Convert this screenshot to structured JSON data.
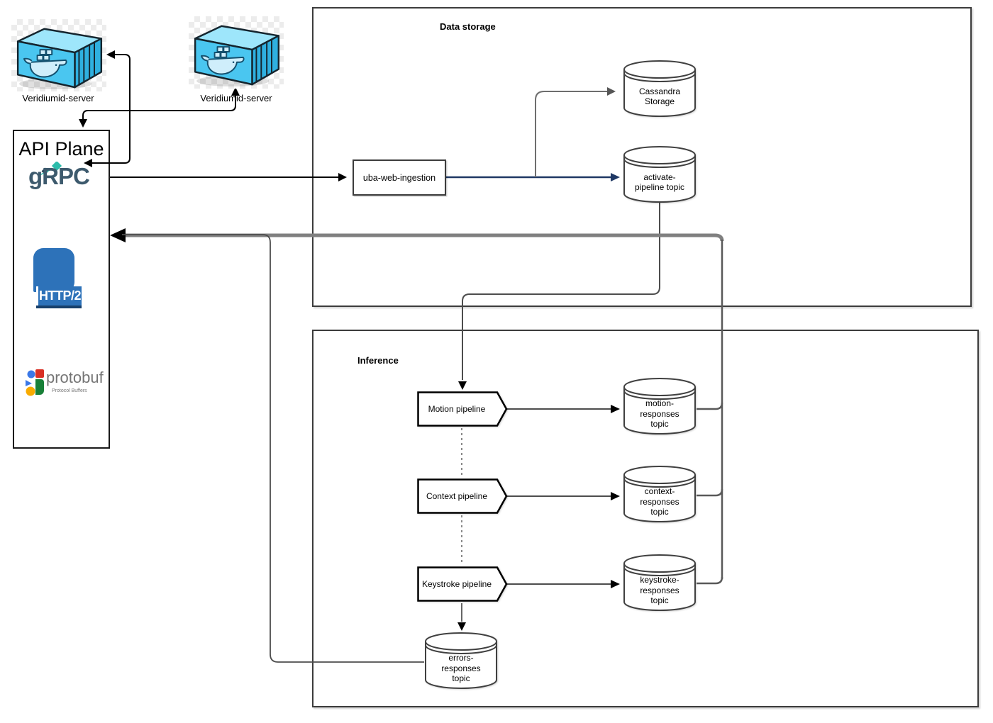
{
  "diagram": {
    "docker_nodes": [
      {
        "label": "Veridiumid-server"
      },
      {
        "label": "Veridiumid-server"
      }
    ],
    "api_plane": {
      "title": "API Plane",
      "grpc_label": "gRPC",
      "http2_label": "HTTP/2",
      "protobuf_label": "protobuf",
      "protobuf_sublabel": "Protocol Buffers"
    },
    "data_storage": {
      "title": "Data storage",
      "ingestion_label": "uba-web-ingestion",
      "cassandra_label": "Cassandra\nStorage",
      "activate_label": "activate-\npipeline topic"
    },
    "inference": {
      "title": "Inference",
      "pipelines": [
        {
          "label": "Motion pipeline"
        },
        {
          "label": "Context pipeline"
        },
        {
          "label": "Keystroke pipeline"
        }
      ],
      "topics": [
        {
          "label": "motion-\nresponses\ntopic"
        },
        {
          "label": "context-\nresponses\ntopic"
        },
        {
          "label": "keystroke-\nresponses\ntopic"
        }
      ]
    },
    "errors_topic_label": "errors-\nresponses\ntopic",
    "colors": {
      "navy_edge": "#1f3864",
      "gray_edge": "#595959",
      "thick_gray": "#808080",
      "docker_cyan": "#4ac6f0",
      "http2_blue": "#2d72b9",
      "grpc_text": "#3d5a6d",
      "grpc_teal": "#2dbcab"
    }
  }
}
